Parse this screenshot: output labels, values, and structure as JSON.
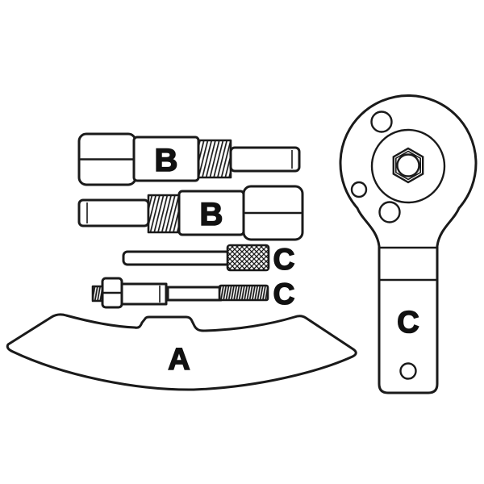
{
  "diagram": {
    "background_color": "#ffffff",
    "line_color": "#1a1a1a",
    "label_color": "#111111",
    "parts": {
      "guide_plate": {
        "label": "A"
      },
      "adapter_top": {
        "label": "B"
      },
      "adapter_bottom": {
        "label": "B"
      },
      "locking_pin": {
        "label": "C"
      },
      "bolt": {
        "label": "C"
      },
      "wrench": {
        "label": "C"
      }
    }
  }
}
